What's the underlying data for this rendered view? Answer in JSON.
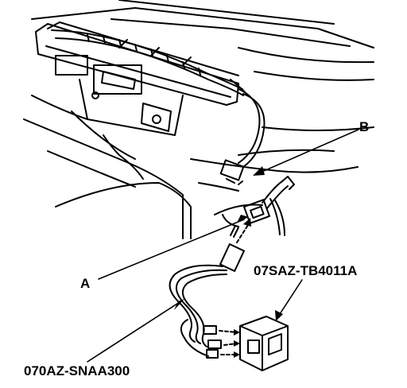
{
  "labels": {
    "a": "A",
    "b": "B",
    "part_tester": "07SAZ-TB4011A",
    "part_harness": "070AZ-SNAA300"
  },
  "colors": {
    "line": "#000000",
    "background": "#ffffff"
  }
}
